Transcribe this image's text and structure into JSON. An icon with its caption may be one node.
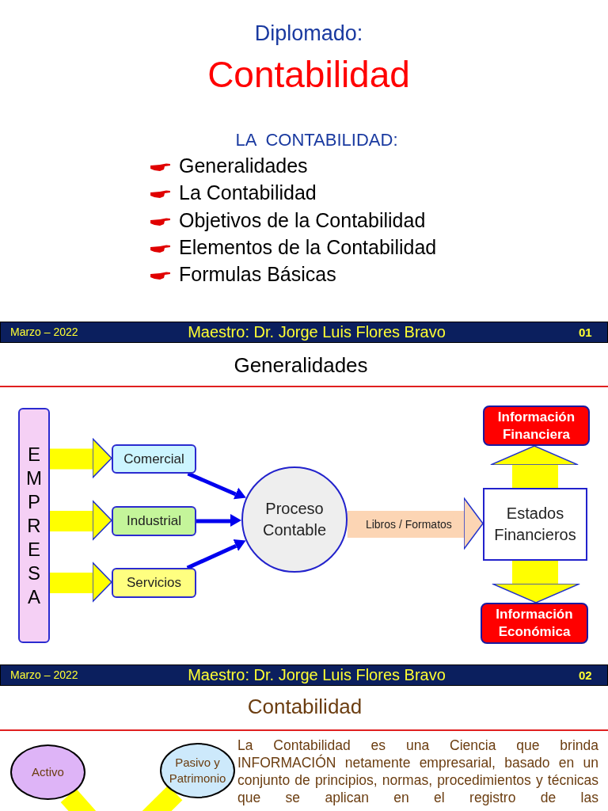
{
  "diagram": {
    "nodes": [
      {
        "text": [
          "EMPRESA"
        ]
      },
      {
        "text": [
          "Comercial"
        ]
      },
      {
        "text": [
          "Industrial"
        ]
      },
      {
        "text": [
          "Servicios"
        ]
      },
      {
        "text": [
          "Proceso Contable"
        ]
      },
      {
        "text": [
          "Estados Financieros"
        ]
      },
      {
        "text": [
          "Información Financiera"
        ]
      },
      {
        "text": [
          "Información Económica"
        ]
      },
      {
        "text": [
          "Activo"
        ]
      },
      {
        "text": [
          "Pasivo y Patrimonio"
        ]
      }
    ],
    "edges": [
      {
        "from": 0,
        "to": 1,
        "arrow": "to",
        "color": "#ffff00"
      },
      {
        "from": 0,
        "to": 2,
        "arrow": "to",
        "color": "#ffff00"
      },
      {
        "from": 0,
        "to": 3,
        "arrow": "to",
        "color": "#ffff00"
      },
      {
        "from": 1,
        "to": 4,
        "arrow": "to",
        "color": "#0000ee"
      },
      {
        "from": 2,
        "to": 4,
        "arrow": "to",
        "color": "#0000ee"
      },
      {
        "from": 3,
        "to": 4,
        "arrow": "to",
        "color": "#0000ee"
      },
      {
        "from": 4,
        "to": 5,
        "arrow": "to",
        "color": "#fcd5b4",
        "label": "Libros / Formatos"
      },
      {
        "from": 5,
        "to": 6,
        "arrow": "to",
        "style": "thick",
        "color": "#ffff00"
      },
      {
        "from": 5,
        "to": 7,
        "arrow": "to",
        "style": "thick",
        "color": "#ffff00"
      },
      {
        "from": 8,
        "to": null,
        "arrow": "none",
        "color": "#ffff00"
      },
      {
        "from": 9,
        "to": null,
        "arrow": "none",
        "color": "#ffff00"
      }
    ],
    "labels": [
      "Diplomado:",
      "Contabilidad",
      "LA  CONTABILIDAD:",
      "Generalidades",
      "La Contabilidad",
      "Objetivos de la Contabilidad",
      "Elementos de la Contabilidad",
      "Formulas Básicas",
      "Marzo – 2022",
      "Maestro: Dr. Jorge Luis Flores Bravo",
      "01",
      "Generalidades",
      "Marzo – 2022",
      "Maestro: Dr. Jorge Luis Flores Bravo",
      "02",
      "Contabilidad",
      "La Contabilidad es una Ciencia que brinda INFORMACIÓN netamente empresarial, basado en un conjunto de principios, normas, procedimientos y técnicas que se aplican en el registro de las"
    ]
  }
}
